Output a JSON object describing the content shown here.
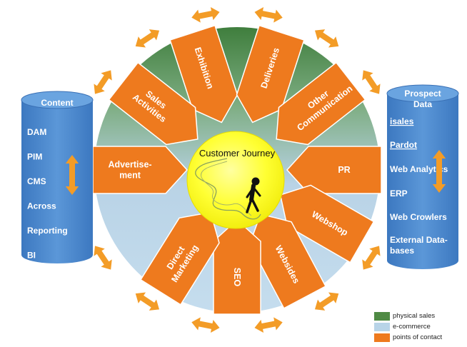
{
  "colors": {
    "physical_sales": "#4f8a44",
    "ecommerce": "#b8d4e8",
    "points_of_contact": "#ee7a1e",
    "arrow": "#f39c27",
    "cylinder": "#4a87cc",
    "center": "#ffff33"
  },
  "center": {
    "title": "Customer Journey",
    "figure_icon": "walking-person-icon"
  },
  "content_db": {
    "title": "Content",
    "items": [
      "DAM",
      "PIM",
      "CMS",
      "Across",
      "Reporting",
      "BI"
    ]
  },
  "prospect_db": {
    "title_line1": "Prospect",
    "title_line2": "Data",
    "items": [
      {
        "lines": [
          "isales"
        ]
      },
      {
        "lines": [
          "Pardot"
        ]
      },
      {
        "lines": [
          "Web Analytics"
        ]
      },
      {
        "lines": [
          "ERP"
        ]
      },
      {
        "lines": [
          "Web Crowlers"
        ]
      },
      {
        "lines": [
          "External Data-",
          "bases"
        ]
      }
    ]
  },
  "touchpoints": [
    {
      "id": "exhibition",
      "lines": [
        "Exhibition"
      ]
    },
    {
      "id": "deliveries",
      "lines": [
        "Deliveries"
      ]
    },
    {
      "id": "other-communication",
      "lines": [
        "Other",
        "Communication"
      ]
    },
    {
      "id": "pr",
      "lines": [
        "PR"
      ]
    },
    {
      "id": "webshop",
      "lines": [
        "Webshop"
      ]
    },
    {
      "id": "websides",
      "lines": [
        "Websides"
      ]
    },
    {
      "id": "seo",
      "lines": [
        "SEO"
      ]
    },
    {
      "id": "direct-marketing",
      "lines": [
        "Direct",
        "Marketing"
      ]
    },
    {
      "id": "advertisement",
      "lines": [
        "Advertise-",
        "ment"
      ]
    },
    {
      "id": "sales-activities",
      "lines": [
        "Sales",
        "Activities"
      ]
    }
  ],
  "legend": [
    {
      "label": "physical sales",
      "color": "#4f8a44"
    },
    {
      "label": "e-commerce",
      "color": "#b8d4e8"
    },
    {
      "label": "points of contact",
      "color": "#ee7a1e"
    }
  ]
}
